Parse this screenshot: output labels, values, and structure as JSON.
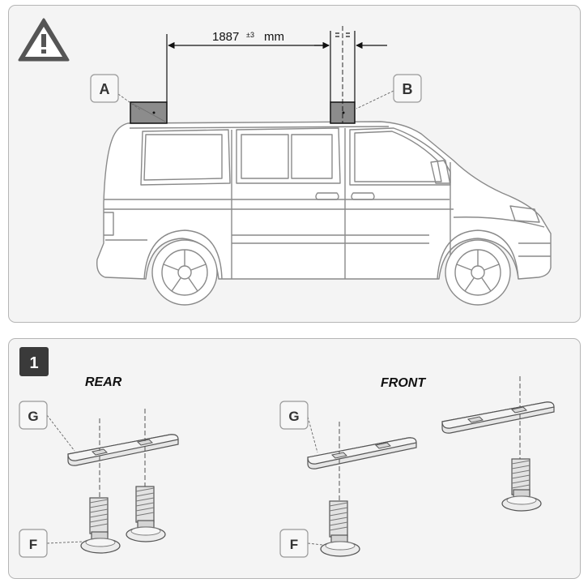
{
  "top_panel": {
    "dimension_value": "1887",
    "dimension_tolerance": "±3",
    "dimension_unit": "mm",
    "label_a": "A",
    "label_b": "B"
  },
  "step_panel": {
    "step_number": "1",
    "rear_title": "REAR",
    "front_title": "FRONT",
    "rear_label_g": "G",
    "rear_label_f": "F",
    "front_label_g": "G",
    "front_label_f": "F"
  },
  "colors": {
    "panel_bg": "#f4f4f4",
    "panel_border": "#b5b5b5",
    "foot_fill": "#8c8c8c",
    "step_badge": "#3a3a3a"
  }
}
